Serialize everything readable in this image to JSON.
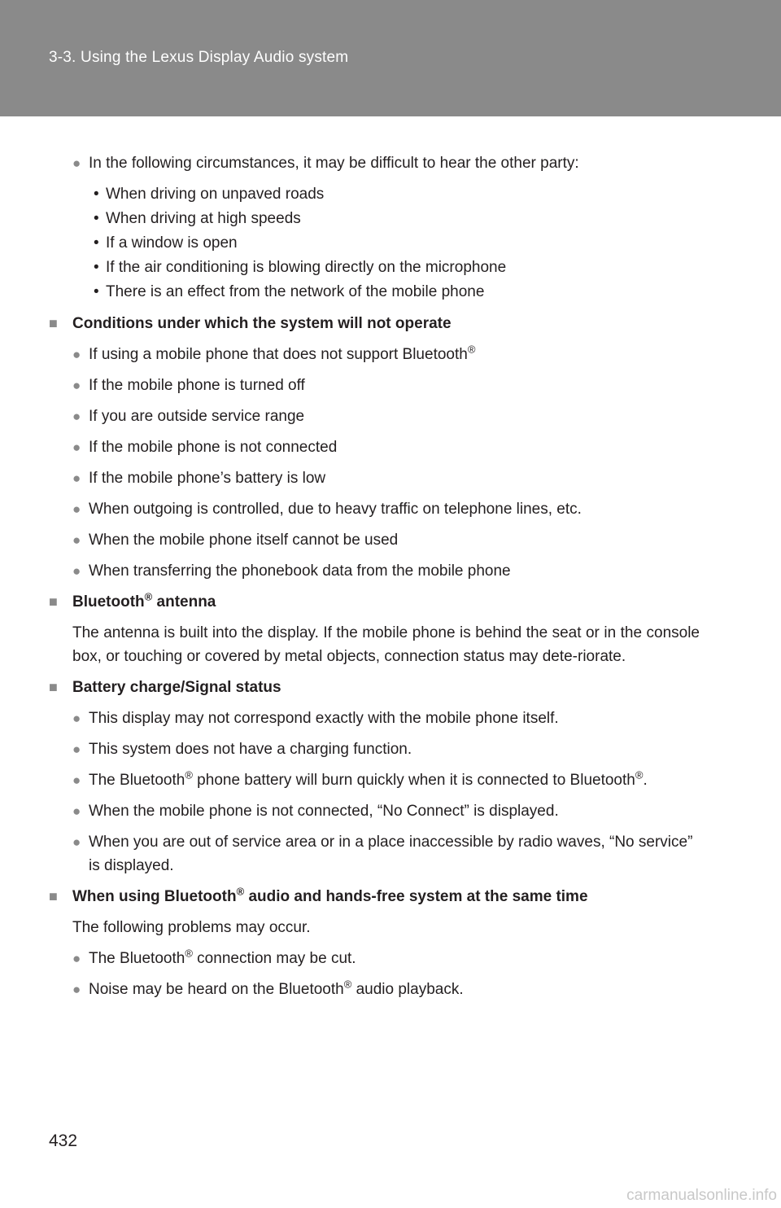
{
  "header": {
    "title": "3-3. Using the Lexus Display Audio system"
  },
  "intro": {
    "text": "In the following circumstances, it may be difficult to hear the other party:",
    "items": [
      "When driving on unpaved roads",
      "When driving at high speeds",
      "If a window is open",
      "If the air conditioning is blowing directly on the microphone",
      "There is an effect from the network of the mobile phone"
    ]
  },
  "conditions": {
    "heading": "Conditions under which the system will not operate",
    "item0_text": "If using a mobile phone that does not support Bluetooth",
    "items": [
      "If the mobile phone is turned off",
      "If you are outside service range",
      "If the mobile phone is not connected",
      "If the mobile phone’s battery is low",
      "When outgoing is controlled, due to heavy traffic on telephone lines, etc.",
      "When the mobile phone itself cannot be used",
      "When transferring the phonebook data from the mobile phone"
    ]
  },
  "antenna": {
    "heading_prefix": "Bluetooth",
    "heading_suffix": " antenna",
    "text": "The antenna is built into the display. If the mobile phone is behind the seat or in the console box, or touching or covered by metal objects, connection status may dete-riorate."
  },
  "battery": {
    "heading": "Battery charge/Signal status",
    "items": [
      "This display may not correspond exactly with the mobile phone itself.",
      "This system does not have a charging function."
    ],
    "item2_a": "The Bluetooth",
    "item2_b": " phone battery will burn quickly when it is connected to Bluetooth",
    "item2_c": ".",
    "items_after": [
      "When the mobile phone is not connected, “No Connect” is displayed.",
      "When you are out of service area or in a place inaccessible by radio waves, “No service” is displayed."
    ]
  },
  "both": {
    "heading_prefix": "When using Bluetooth",
    "heading_suffix": " audio and hands-free system at the same time",
    "text": "The following problems may occur.",
    "item0_a": "The Bluetooth",
    "item0_b": " connection may be cut.",
    "item1_a": "Noise may be heard on the Bluetooth",
    "item1_b": " audio playback."
  },
  "registered_mark": "®",
  "page_number": "432",
  "watermark": "carmanualsonline.info"
}
